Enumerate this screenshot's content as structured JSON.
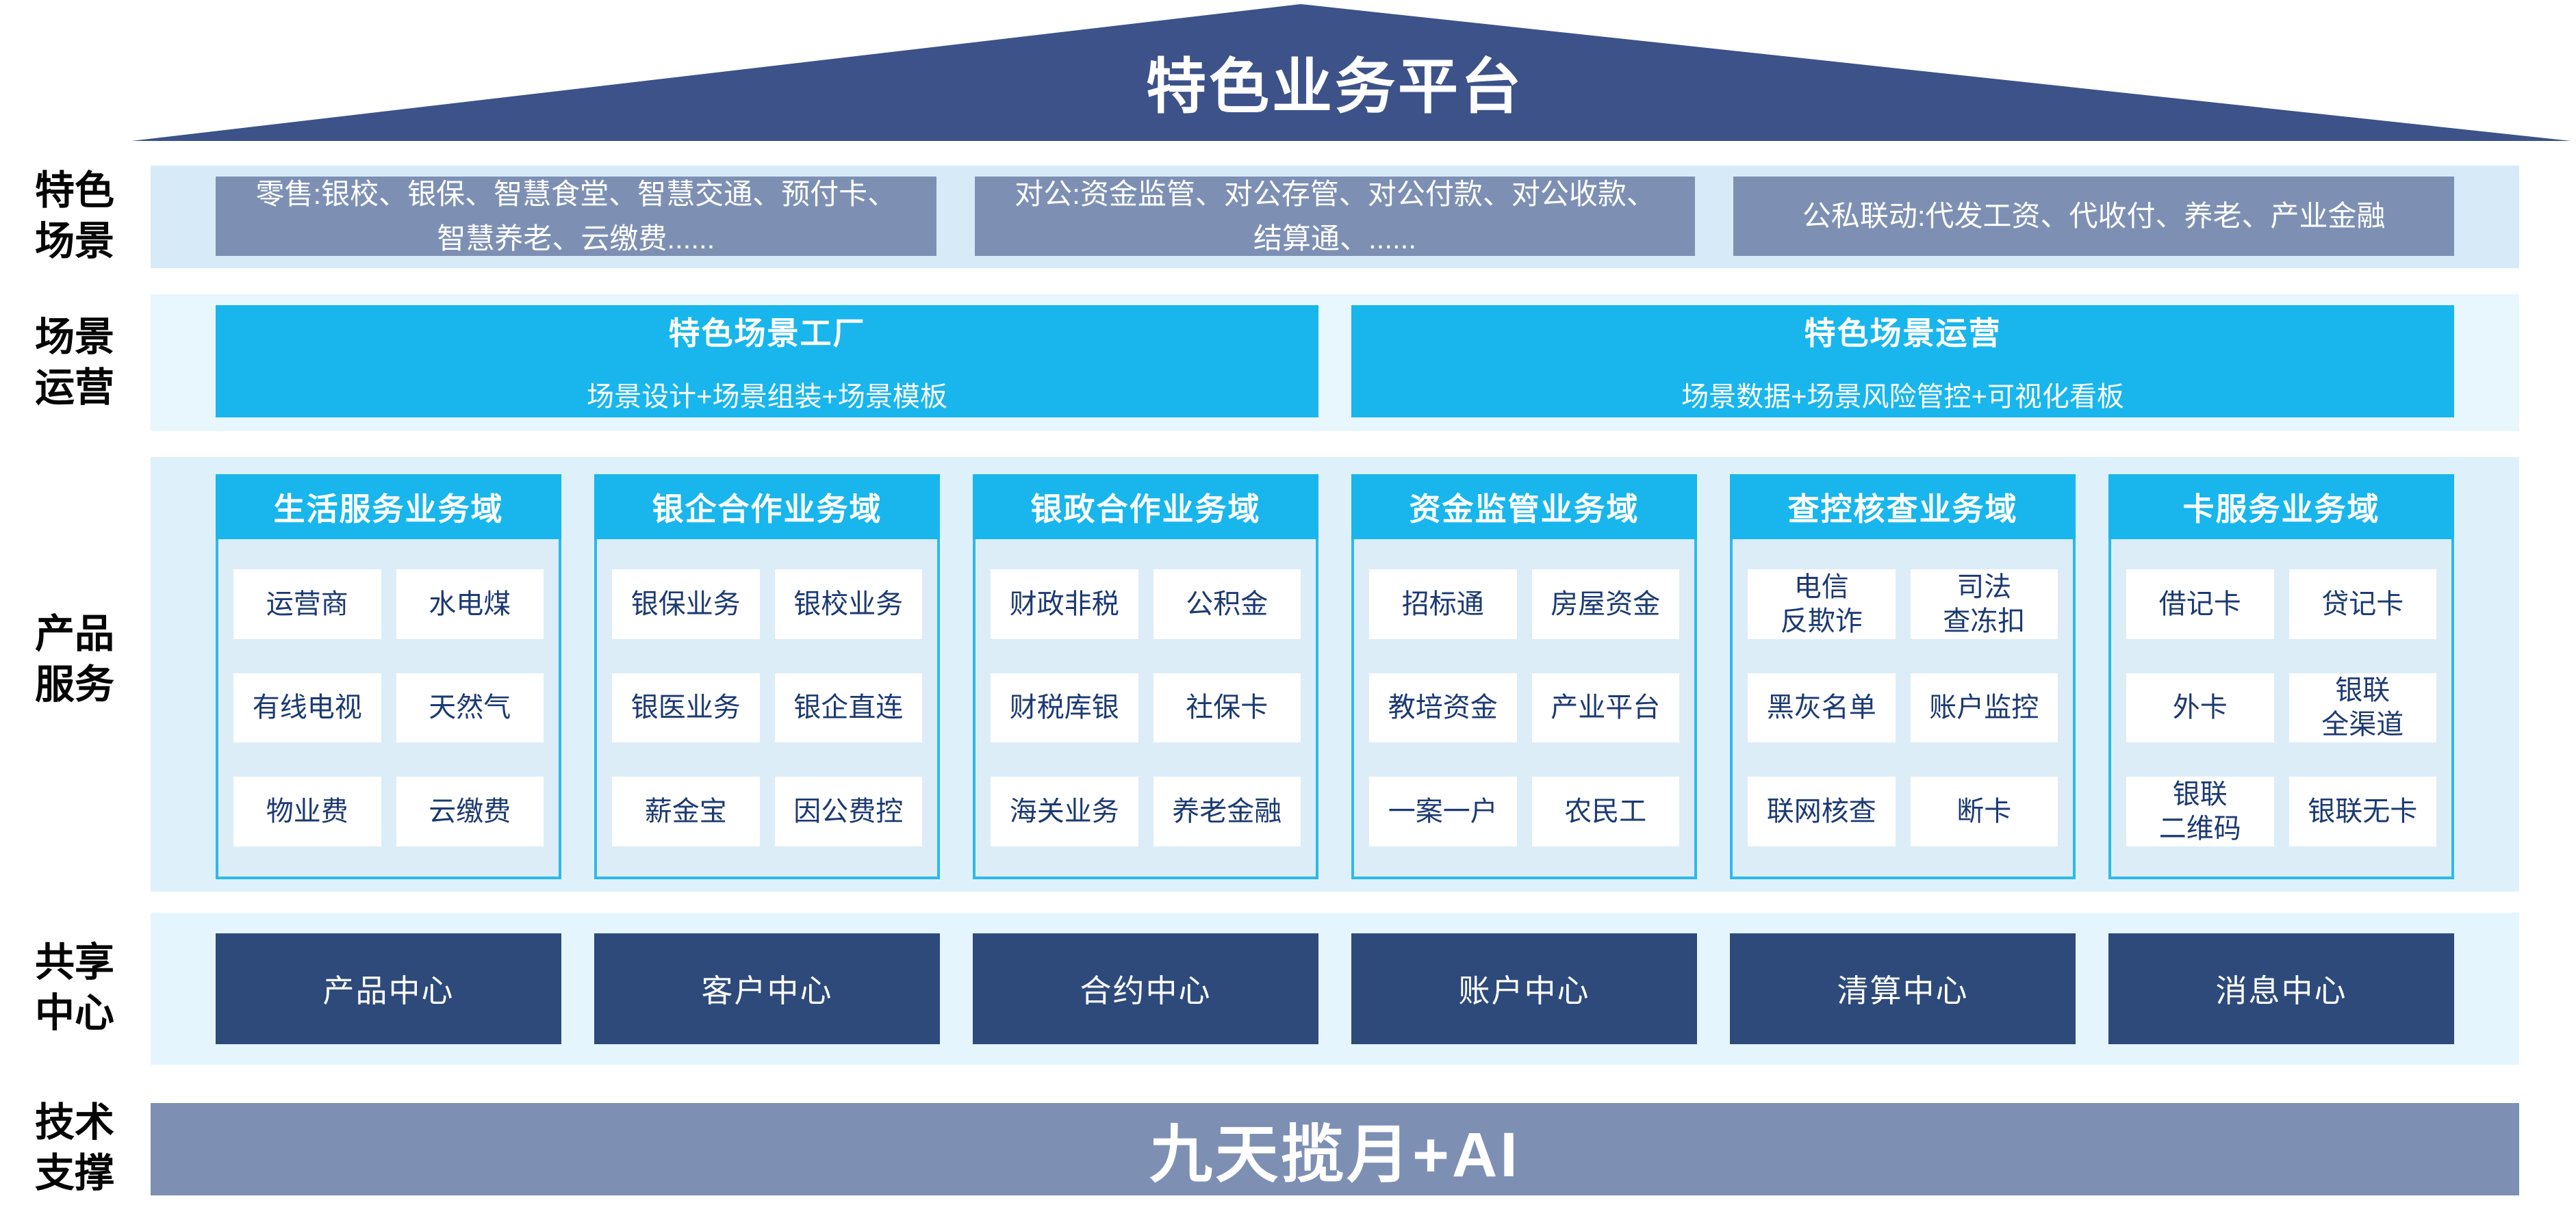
{
  "roof": {
    "title": "特色业务平台"
  },
  "side_labels": [
    "特色\n场景",
    "场景\n运营",
    "产品\n服务",
    "共享\n中心",
    "技术\n支撑"
  ],
  "scene_row": {
    "boxes": [
      "零售:银校、银保、智慧食堂、智慧交通、预付卡、智慧养老、云缴费......",
      "对公:资金监管、对公存管、对公付款、对公收款、结算通、......",
      "公私联动:代发工资、代收付、养老、产业金融"
    ]
  },
  "operation_row": {
    "boxes": [
      {
        "title": "特色场景工厂",
        "subtitle": "场景设计+场景组装+场景模板"
      },
      {
        "title": "特色场景运营",
        "subtitle": "场景数据+场景风险管控+可视化看板"
      }
    ]
  },
  "product_row": {
    "domains": [
      {
        "header": "生活服务业务域",
        "cells": [
          "运营商",
          "水电煤",
          "有线电视",
          "天然气",
          "物业费",
          "云缴费"
        ]
      },
      {
        "header": "银企合作业务域",
        "cells": [
          "银保业务",
          "银校业务",
          "银医业务",
          "银企直连",
          "薪金宝",
          "因公费控"
        ]
      },
      {
        "header": "银政合作业务域",
        "cells": [
          "财政非税",
          "公积金",
          "财税库银",
          "社保卡",
          "海关业务",
          "养老金融"
        ]
      },
      {
        "header": "资金监管业务域",
        "cells": [
          "招标通",
          "房屋资金",
          "教培资金",
          "产业平台",
          "一案一户",
          "农民工"
        ]
      },
      {
        "header": "查控核查业务域",
        "cells": [
          "电信\n反欺诈",
          "司法\n查冻扣",
          "黑灰名单",
          "账户监控",
          "联网核查",
          "断卡"
        ]
      },
      {
        "header": "卡服务业务域",
        "cells": [
          "借记卡",
          "贷记卡",
          "外卡",
          "银联\n全渠道",
          "银联\n二维码",
          "银联无卡"
        ]
      }
    ]
  },
  "share_row": {
    "boxes": [
      "产品中心",
      "客户中心",
      "合约中心",
      "账户中心",
      "清算中心",
      "消息中心"
    ]
  },
  "tech_row": {
    "text": "九天揽月+AI"
  },
  "colors": {
    "roof_navy": "#3c5289",
    "slate_blue": "#7d90b4",
    "cyan": "#18b6ec",
    "center_navy": "#2d4a7b",
    "panel_bg": "#dcedf8",
    "panel_border": "#2db9ea",
    "cell_text": "#1c3a72",
    "band_scene": "#d6ebf7",
    "band_operation": "#e8f6fd",
    "band_product": "#def1fb",
    "band_share": "#e5f5fd"
  }
}
